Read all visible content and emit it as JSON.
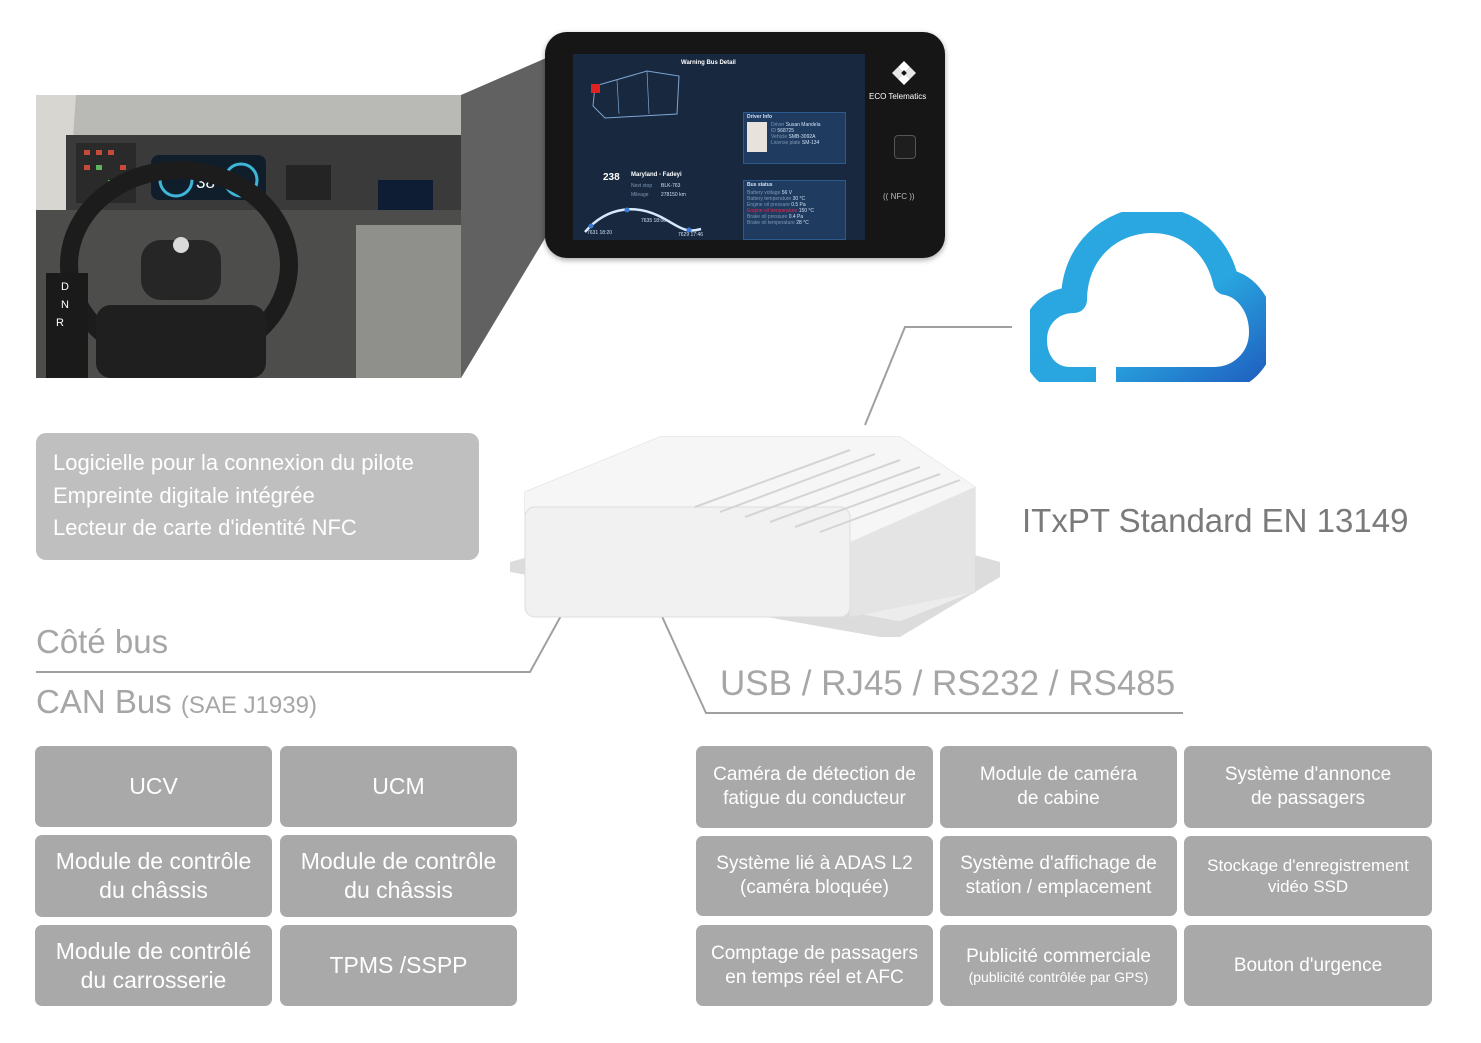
{
  "tablet": {
    "screen_title": "Warning Bus Detail",
    "brand": "ECO Telematics",
    "nfc_label": "NFC",
    "bus_number": "238",
    "route": "Maryland - Fadeyi",
    "next_stop_label": "Next stop",
    "next_stop": "BLK-763",
    "mileage_label": "Mileage",
    "mileage": "278150 km",
    "driver_info_title": "Driver Info",
    "driver_rows": [
      {
        "k": "Driver",
        "v": "Susan Mandela"
      },
      {
        "k": "ID",
        "v": "568725"
      },
      {
        "k": "Vehicle",
        "v": "SMB-3092A"
      },
      {
        "k": "License plate",
        "v": "SM-134"
      }
    ],
    "bus_status_title": "Bus status",
    "status_rows": [
      {
        "k": "Battery voltage",
        "v": "56 V"
      },
      {
        "k": "Battery temperature",
        "v": "30 °C"
      },
      {
        "k": "Engine oil pressure",
        "v": "0.5 Pa"
      },
      {
        "k": "Engine oil temperature",
        "v": "150 °C"
      },
      {
        "k": "Brake oil pressure",
        "v": "0.4 Pa"
      },
      {
        "k": "Brake oil temperature",
        "v": "28 °C"
      }
    ],
    "stops": [
      {
        "name": "7631",
        "time": "18:20"
      },
      {
        "name": "7635",
        "time": "18:08"
      },
      {
        "name": "7629",
        "time": "17:46"
      }
    ]
  },
  "cockpit": {
    "speed": "38",
    "gears": [
      "D",
      "N",
      "R"
    ]
  },
  "features": [
    "Logicielle pour la connexion du pilote",
    "Empreinte digitale intégrée",
    "Lecteur de carte d'identité NFC"
  ],
  "standard": "ITxPT Standard EN 13149",
  "bus_side": "Côté bus",
  "can_bus": {
    "main": "CAN Bus",
    "sub": "(SAE J1939)"
  },
  "ports": "USB / RJ45 / RS232 / RS485",
  "left_modules": [
    [
      "UCV"
    ],
    [
      "UCM"
    ],
    [
      "Module de contrôle",
      "du châssis"
    ],
    [
      "Module de contrôle",
      "du châssis"
    ],
    [
      "Module de contrôlé",
      "du carrosserie"
    ],
    [
      "TPMS /SSPP"
    ]
  ],
  "right_modules": [
    {
      "lines": [
        "Caméra de détection de",
        "fatigue du conducteur"
      ]
    },
    {
      "lines": [
        "Module de caméra",
        "de cabine"
      ]
    },
    {
      "lines": [
        "Système d'annonce",
        "de passagers"
      ]
    },
    {
      "lines": [
        "Système lié à ADAS L2",
        "(caméra bloquée)"
      ]
    },
    {
      "lines": [
        "Système d'affichage de",
        "station / emplacement"
      ]
    },
    {
      "lines": [
        "Stockage d'enregistrement",
        "vidéo SSD"
      ]
    },
    {
      "lines": [
        "Comptage de passagers",
        "en temps réel et AFC"
      ]
    },
    {
      "lines": [
        "Publicité commerciale"
      ],
      "small": "(publicité contrôlée par GPS)"
    },
    {
      "lines": [
        "Bouton d'urgence"
      ]
    }
  ],
  "colors": {
    "box_grey": "#a9a9a9",
    "cloud_blue": "#29a9e1",
    "cloud_dark": "#1e57b8"
  }
}
